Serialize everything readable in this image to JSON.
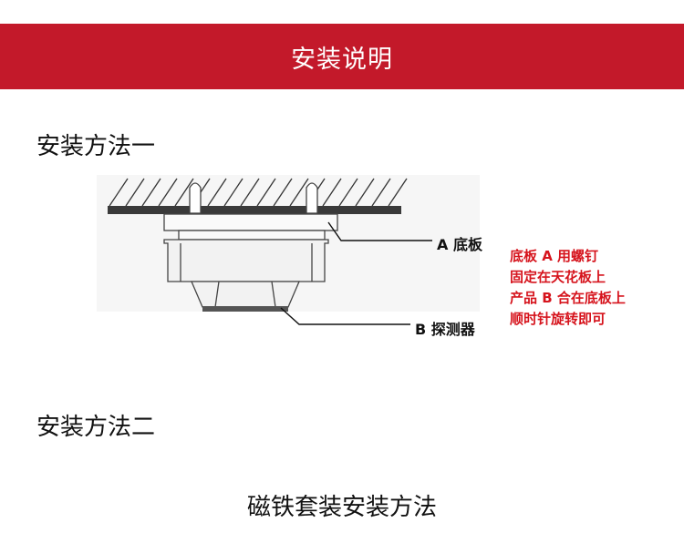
{
  "header": {
    "title": "安装说明"
  },
  "method_one": {
    "title": "安装方法一"
  },
  "diagram": {
    "label_a": "A 底板",
    "label_b": "B 探测器"
  },
  "notes": [
    "底板 A 用螺钉",
    "固定在天花板上",
    "产品 B 合在底板上",
    "顺时针旋转即可"
  ],
  "method_two": {
    "title": "安装方法二"
  },
  "footer": {
    "title": "磁铁套装安装方法"
  },
  "colors": {
    "banner": "#c3192a",
    "note_text": "#d6141d"
  }
}
